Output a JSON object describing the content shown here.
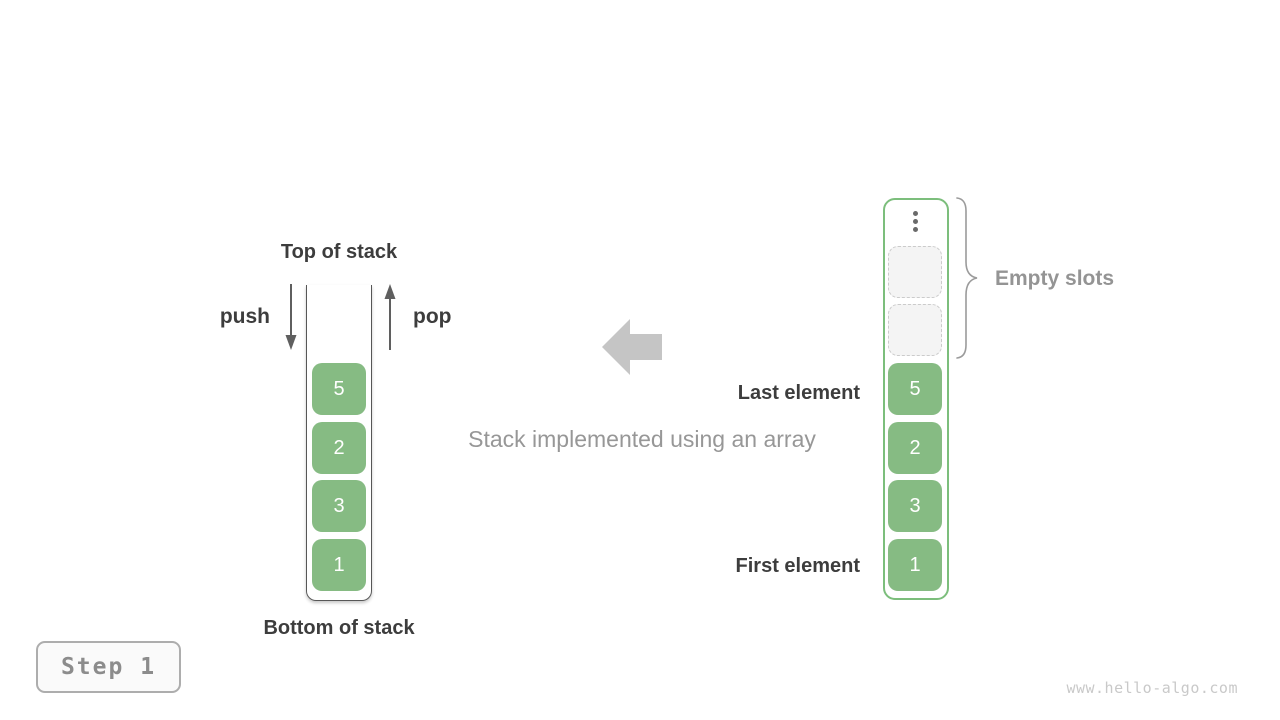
{
  "colors": {
    "cell_green": "#86BB83",
    "array_border_green": "#7CBE7C",
    "label_dark": "#3D3D3D",
    "label_gray": "#949494",
    "block_arrow_gray": "#C5C5C5",
    "empty_slot_fill": "#F4F4F4",
    "step_text_gray": "#8C8C8C",
    "watermark_gray": "#C9C9C9"
  },
  "left_stack": {
    "top_label": "Top of stack",
    "bottom_label": "Bottom of stack",
    "push_label": "push",
    "pop_label": "pop",
    "cells": [
      "5",
      "2",
      "3",
      "1"
    ]
  },
  "center": {
    "caption": "Stack implemented using an array"
  },
  "right_array": {
    "cells": [
      "5",
      "2",
      "3",
      "1"
    ],
    "empty_slots_count": 2,
    "empty_slots_label": "Empty slots",
    "last_element_label": "Last element",
    "first_element_label": "First element"
  },
  "footer": {
    "step_label": "Step 1",
    "watermark": "www.hello-algo.com"
  }
}
